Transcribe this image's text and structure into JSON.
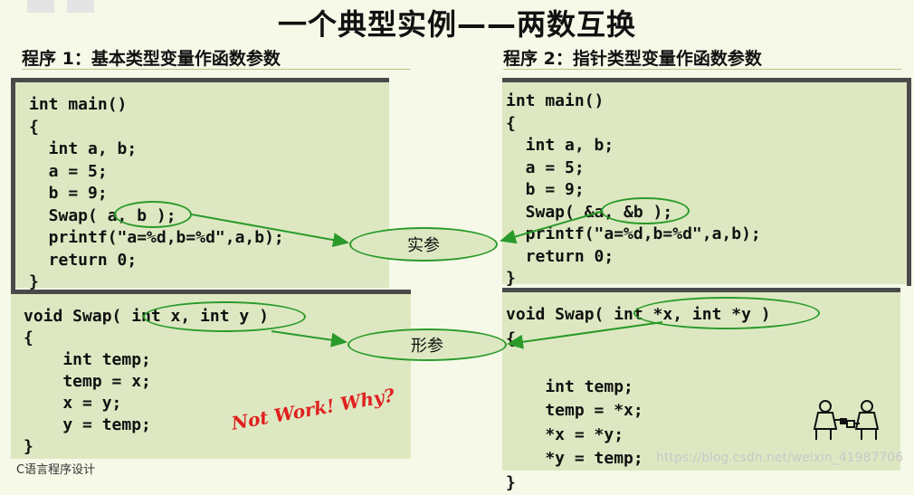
{
  "title": "一个典型实例——两数互换",
  "subtitles": {
    "left": "程序 1：基本类型变量作函数参数",
    "right": "程序 2：指针类型变量作函数参数"
  },
  "program1": {
    "main_code": "int main()\n{\n  int a, b;\n  a = 5;\n  b = 9;\n  Swap( a, b );\n  printf(\"a=%d,b=%d\",a,b);\n  return 0;\n}",
    "swap_code": "void Swap( int x, int y )\n{\n    int temp;\n    temp = x;\n    x = y;\n    y = temp;\n}"
  },
  "program2": {
    "main_code": "int main()\n{\n  int a, b;\n  a = 5;\n  b = 9;\n  Swap( &a, &b );\n  printf(\"a=%d,b=%d\",a,b);\n  return 0;\n}",
    "swap_code": "void Swap( int *x, int *y )\n{\n\n    int temp;\n    temp = *x;\n    *x = *y;\n    *y = temp;\n}"
  },
  "callouts": {
    "actual_params": "实参",
    "formal_params": "形参"
  },
  "note": "Not Work! Why?",
  "footer": "C语言程序设计",
  "watermark": "https://blog.csdn.net/weixin_41987706",
  "colors": {
    "background": "#f6f9e8",
    "panel": "#dde8c2",
    "accent_green": "#2a9a2a",
    "note_red": "#e02020"
  }
}
